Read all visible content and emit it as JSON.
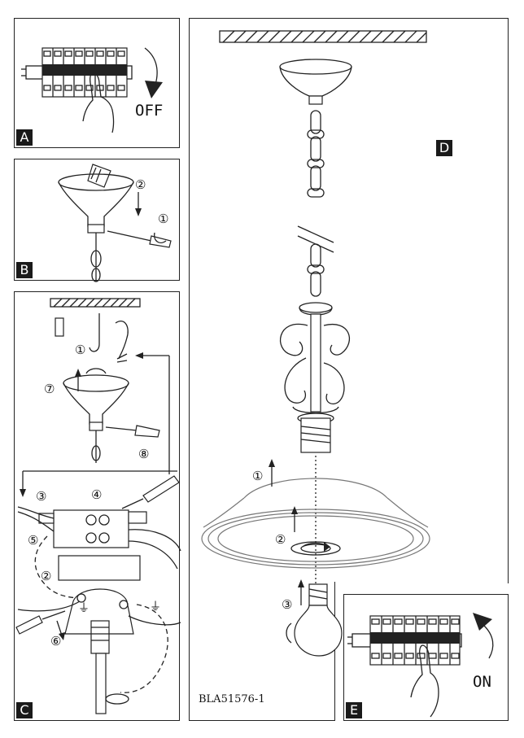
{
  "panels": {
    "A": {
      "letter": "A",
      "switch_label": "OFF"
    },
    "B": {
      "letter": "B",
      "steps": [
        "②",
        "①"
      ]
    },
    "C": {
      "letter": "C",
      "steps": [
        "①",
        "⑦",
        "⑧",
        "③",
        "④",
        "⑤",
        "②",
        "⑥"
      ],
      "ground_symbol": "⏚"
    },
    "D": {
      "letter": "D",
      "steps": [
        "①",
        "②",
        "③"
      ],
      "model_code": "BLA51576-1"
    },
    "E": {
      "letter": "E",
      "switch_label": "ON"
    }
  }
}
